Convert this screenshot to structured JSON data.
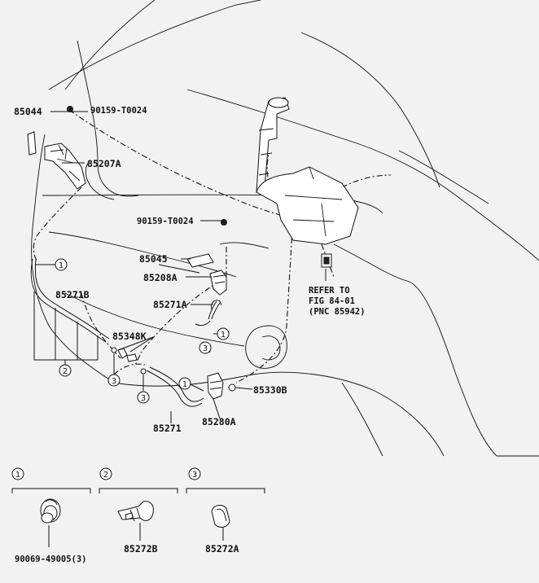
{
  "colors": {
    "background": "#f2f2f2",
    "ink": "#111111"
  },
  "parts": {
    "p85044": "85044",
    "p90159_top": "90159-T0024",
    "p85207A": "85207A",
    "p90159_mid": "90159-T0024",
    "p85045": "85045",
    "p85208A": "85208A",
    "p85271A": "85271A",
    "p85271B": "85271B",
    "p85348K": "85348K",
    "p85330B": "85330B",
    "p85280A": "85280A",
    "p85271": "85271"
  },
  "refer": {
    "line1": "REFER TO",
    "line2": "FIG 84-01",
    "line3": "(PNC 85942)"
  },
  "callouts": {
    "c1": "1",
    "c2": "2",
    "c3": "3"
  },
  "legend": [
    {
      "num": "1",
      "part": "90069-49005(3)"
    },
    {
      "num": "2",
      "part": "85272B"
    },
    {
      "num": "3",
      "part": "85272A"
    }
  ]
}
